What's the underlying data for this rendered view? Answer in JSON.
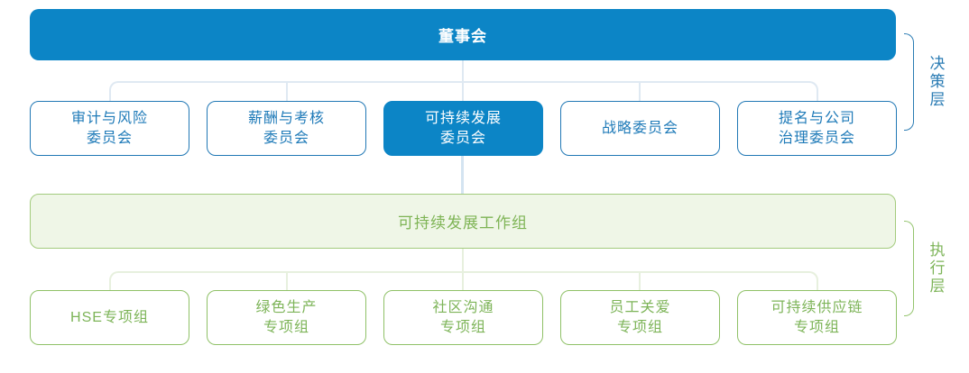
{
  "chart": {
    "title_note": "corporate ESG governance organization chart",
    "board": {
      "label": "董事会"
    },
    "committees": [
      {
        "label": "审计与风险\n委员会",
        "active": false
      },
      {
        "label": "薪酬与考核\n委员会",
        "active": false
      },
      {
        "label": "可持续发展\n委员会",
        "active": true
      },
      {
        "label": "战略委员会",
        "active": false
      },
      {
        "label": "提名与公司\n治理委员会",
        "active": false
      }
    ],
    "workgroup": {
      "label": "可持续发展工作组"
    },
    "teams": [
      {
        "label": "HSE专项组"
      },
      {
        "label": "绿色生产\n专项组"
      },
      {
        "label": "社区沟通\n专项组"
      },
      {
        "label": "员工关爱\n专项组"
      },
      {
        "label": "可持续供应链\n专项组"
      }
    ],
    "layers": {
      "decision": "决策层",
      "execution": "执行层"
    },
    "colors": {
      "primary_blue": "#0c85c6",
      "blue_border": "#2178b5",
      "blue_text": "#1e7ab8",
      "bracket_blue": "#2b7cb4",
      "green_border": "#8fc167",
      "green_text": "#7db458",
      "green_fill": "#eff6e7",
      "connector_blue": "#dfe9f2",
      "connector_mid": "#d4e4f1",
      "connector_green": "#e7f0de"
    }
  }
}
